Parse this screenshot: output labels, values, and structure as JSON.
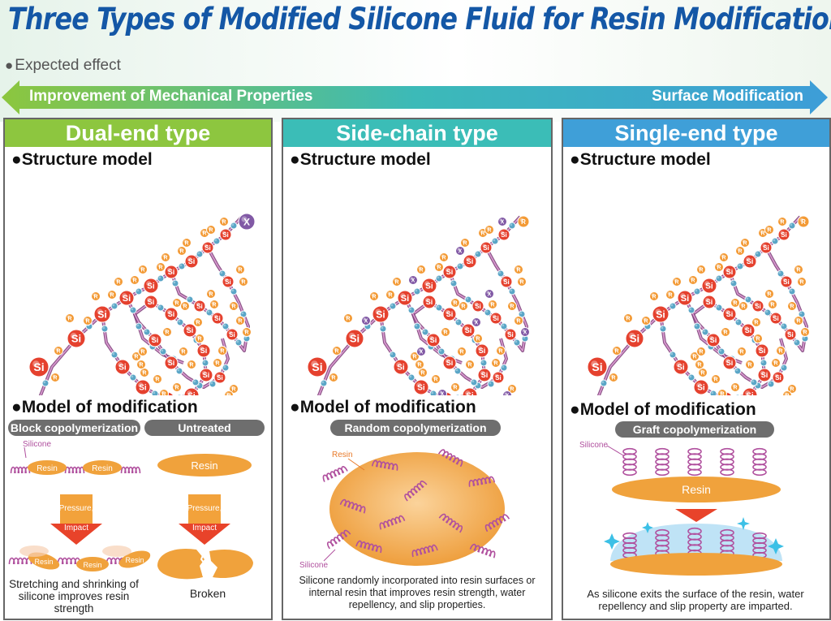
{
  "title": "Three Types of Modified Silicone Fluid for Resin Modification",
  "expected_effect": "Expected effect",
  "arrow": {
    "left_label": "Improvement of Mechanical Properties",
    "right_label": "Surface Modification"
  },
  "colors": {
    "dual_end": "#8dc63f",
    "side_chain": "#3bbdb7",
    "single_end": "#3f9fd8",
    "si_atom": "#e5412e",
    "r_group": "#f39a35",
    "x_group": "#8159a5",
    "oxygen": "#5aa6c7",
    "resin": "#f0a23c",
    "silicone_coil": "#b0509e"
  },
  "structure_heading": "Structure model",
  "modification_heading": "Model of modification",
  "panels": [
    {
      "title": "Dual-end type",
      "pills": [
        "Block copolymerization",
        "Untreated"
      ],
      "labels": {
        "silicone": "Silicone",
        "resin": "Resin",
        "pressure": "Pressure,",
        "impact": "Impact"
      },
      "captions": [
        "Stretching and shrinking of silicone improves resin strength",
        "Broken"
      ]
    },
    {
      "title": "Side-chain type",
      "pills": [
        "Random copolymerization"
      ],
      "labels": {
        "silicone": "Silicone",
        "resin": "Resin"
      },
      "captions": [
        "Silicone randomly incorporated into resin surfaces or internal resin that improves resin strength, water repellency, and slip properties."
      ]
    },
    {
      "title": "Single-end type",
      "pills": [
        "Graft copolymerization"
      ],
      "labels": {
        "silicone": "Silicone",
        "resin": "Resin"
      },
      "captions": [
        "As silicone exits the surface of the resin, water repellency and slip property are imparted."
      ]
    }
  ],
  "atoms": {
    "si": "Si",
    "r": "R",
    "x": "X",
    "o": "O"
  }
}
